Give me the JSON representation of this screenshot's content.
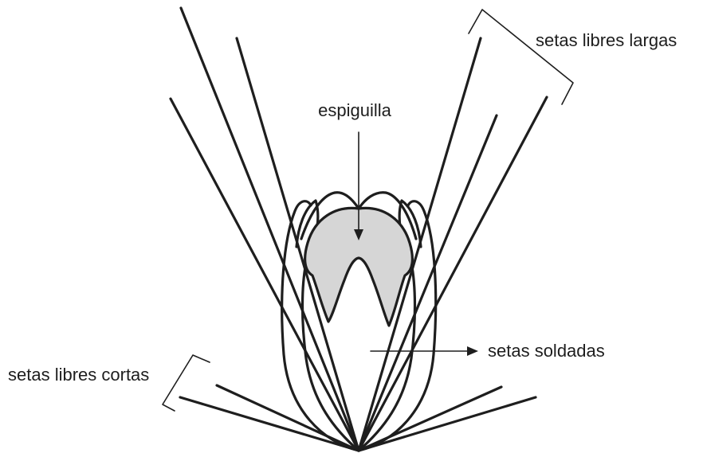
{
  "labels": {
    "spikelet": "espiguilla",
    "long_bristles": "setas libres largas",
    "fused_bristles": "setas soldadas",
    "short_bristles": "setas libres cortas"
  },
  "colors": {
    "ink": "#1e1e1e",
    "spikelet_fill": "#d6d6d6",
    "background": "#ffffff"
  }
}
